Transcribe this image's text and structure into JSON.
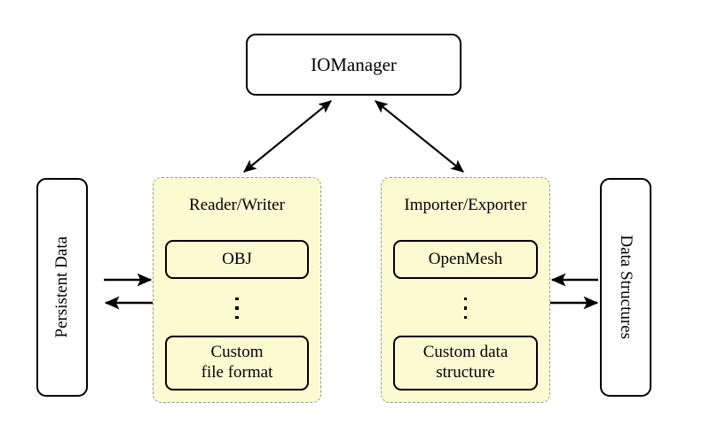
{
  "diagram": {
    "title_node": {
      "label": "IOManager"
    },
    "left_endpoint": {
      "label": "Persistent Data"
    },
    "right_endpoint": {
      "label": "Data Structures"
    },
    "groups": [
      {
        "title": "Reader/Writer",
        "items": [
          {
            "label": "OBJ"
          },
          {
            "label": "⋮"
          },
          {
            "label": "Custom\nfile format",
            "line1": "Custom",
            "line2": "file format"
          }
        ]
      },
      {
        "title": "Importer/Exporter",
        "items": [
          {
            "label": "OpenMesh"
          },
          {
            "label": "⋮"
          },
          {
            "label": "Custom data\nstructure",
            "line1": "Custom data",
            "line2": "structure"
          }
        ]
      }
    ],
    "edges": [
      {
        "name": "manager-to-reader-writer",
        "style": "double-arrow",
        "from": "IOManager",
        "to": "Reader/Writer"
      },
      {
        "name": "manager-to-importer-exporter",
        "style": "double-arrow",
        "from": "IOManager",
        "to": "Importer/Exporter"
      },
      {
        "name": "persistent-data-to-reader-writer",
        "style": "arrow",
        "from": "Persistent Data",
        "to": "Reader/Writer"
      },
      {
        "name": "reader-writer-to-persistent-data",
        "style": "arrow",
        "from": "Reader/Writer",
        "to": "Persistent Data"
      },
      {
        "name": "data-structures-to-importer-exporter",
        "style": "arrow",
        "from": "Data Structures",
        "to": "Importer/Exporter"
      },
      {
        "name": "importer-exporter-to-data-structures",
        "style": "arrow",
        "from": "Importer/Exporter",
        "to": "Data Structures"
      }
    ],
    "colors": {
      "group_fill": "#fbfbd1",
      "group_border": "#9a9a9a",
      "node_border": "#000000",
      "node_fill": "#ffffff",
      "background": "#ffffff"
    }
  }
}
